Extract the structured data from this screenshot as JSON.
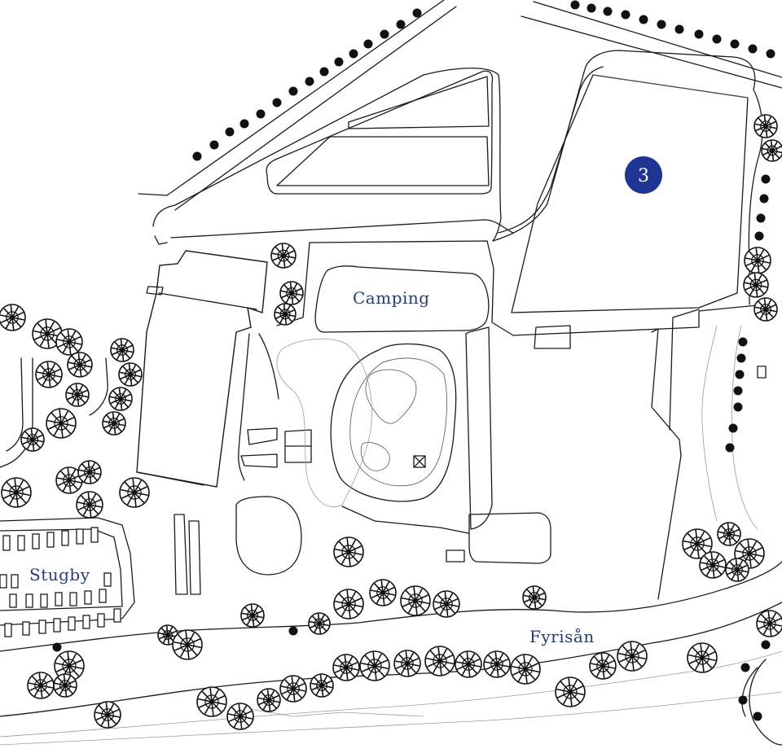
{
  "map": {
    "labels": {
      "camping": "Camping",
      "stugby": "Stugby",
      "river": "Fyrisån"
    },
    "badge": "3",
    "colors": {
      "label": "#1f3b8c",
      "badge": "#1f3593",
      "lines": "#1a1a1a",
      "background": "#ffffff"
    }
  }
}
